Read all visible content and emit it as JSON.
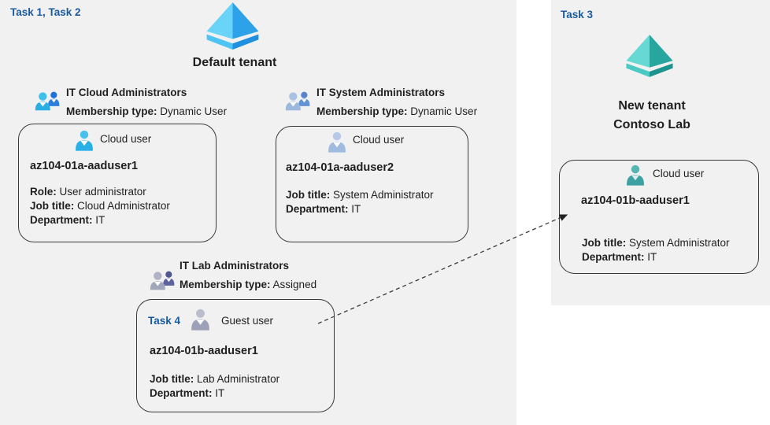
{
  "colors": {
    "task_label_blue": "#1a5a9e",
    "panel_gray": "#f1f1f2",
    "box_border": "#3a3a3a",
    "azure_ad_blue_light": "#69d4f7",
    "azure_ad_blue_dark": "#2ea2e8",
    "azure_ad_teal_light": "#66d9d4",
    "azure_ad_teal_dark": "#26a69f",
    "cloud_user_cyan": "#28b1e6",
    "cloud_user_steel": "#9fbbdf",
    "cloud_user_teal": "#3da1a1",
    "guest_user_gray": "#9da1b8"
  },
  "left_panel": {
    "task_label": "Task 1, Task 2",
    "tenant_name": "Default tenant",
    "groups": [
      {
        "name": "IT Cloud Administrators",
        "membership_label": "Membership type:",
        "membership_value": "Dynamic User",
        "user": {
          "type_label": "Cloud user",
          "name": "az104-01a-aaduser1",
          "role_label": "Role:",
          "role_value": "User administrator",
          "job_label": "Job title:",
          "job_value": "Cloud Administrator",
          "dept_label": "Department:",
          "dept_value": "IT"
        }
      },
      {
        "name": "IT System Administrators",
        "membership_label": "Membership type:",
        "membership_value": "Dynamic User",
        "user": {
          "type_label": "Cloud user",
          "name": "az104-01a-aaduser2",
          "job_label": "Job title:",
          "job_value": "System Administrator",
          "dept_label": "Department:",
          "dept_value": "IT"
        }
      },
      {
        "name": "IT Lab Administrators",
        "membership_label": "Membership type:",
        "membership_value": "Assigned",
        "user": {
          "task_label": "Task 4",
          "type_label": "Guest user",
          "name": "az104-01b-aaduser1",
          "job_label": "Job title:",
          "job_value": "Lab Administrator",
          "dept_label": "Department:",
          "dept_value": "IT"
        }
      }
    ]
  },
  "right_panel": {
    "task_label": "Task 3",
    "tenant_name_line1": "New tenant",
    "tenant_name_line2": "Contoso Lab",
    "user": {
      "type_label": "Cloud user",
      "name": "az104-01b-aaduser1",
      "job_label": "Job title:",
      "job_value": "System Administrator",
      "dept_label": "Department:",
      "dept_value": "IT"
    }
  }
}
